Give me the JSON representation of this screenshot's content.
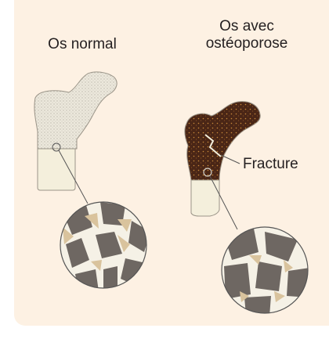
{
  "labels": {
    "normal": "Os normal",
    "osteoporosis": "Os avec\nostéoporose",
    "fracture": "Fracture"
  },
  "colors": {
    "background": "#fdf1e3",
    "bone_shaft": "#f4efdc",
    "bone_porous": "#e6e2d6",
    "bone_osteo_dark": "#4a2616",
    "bone_osteo_accent": "#c98a3a",
    "trabecula_dark": "#6e6762",
    "trabecula_light": "#d9c39d",
    "trabecula_bg": "#f5f1e6",
    "line": "#555555"
  },
  "icons": [
    "magnifier-circle-normal",
    "magnifier-circle-osteoporosis"
  ]
}
